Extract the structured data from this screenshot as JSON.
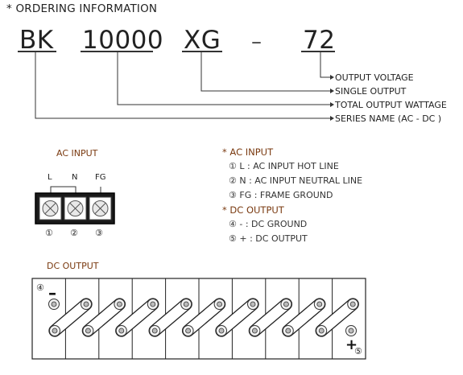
{
  "heading": "* ORDERING INFORMATION",
  "model_code": {
    "series": "BK",
    "wattage": "10000",
    "output_type": "XG",
    "dash": "–",
    "voltage": "72"
  },
  "code_descriptions": {
    "output_voltage": "OUTPUT VOLTAGE",
    "single_output": "SINGLE OUTPUT",
    "total_output_wattage": "TOTAL OUTPUT WATTAGE",
    "series_name": "SERIES NAME (AC - DC )"
  },
  "ac_input_block": {
    "label": "AC INPUT",
    "pin_labels": [
      "L",
      "N",
      "FG"
    ],
    "pin_numbers": [
      "①",
      "②",
      "③"
    ]
  },
  "legend": {
    "ac_input_heading": "* AC INPUT",
    "ac_items": [
      {
        "num": "①",
        "text": "L : AC INPUT HOT LINE"
      },
      {
        "num": "②",
        "text": "N : AC INPUT NEUTRAL LINE"
      },
      {
        "num": "③",
        "text": "FG : FRAME GROUND"
      }
    ],
    "dc_output_heading": "* DC OUTPUT",
    "dc_items": [
      {
        "num": "④",
        "text": "- : DC GROUND"
      },
      {
        "num": "⑤",
        "text": "+ : DC OUTPUT"
      }
    ]
  },
  "dc_output_block": {
    "label": "DC OUTPUT",
    "neg_number": "④",
    "neg_sign": "–",
    "pos_number": "⑤",
    "pos_sign": "+"
  },
  "colors": {
    "accent": "#7a3a10",
    "line": "#333333"
  }
}
